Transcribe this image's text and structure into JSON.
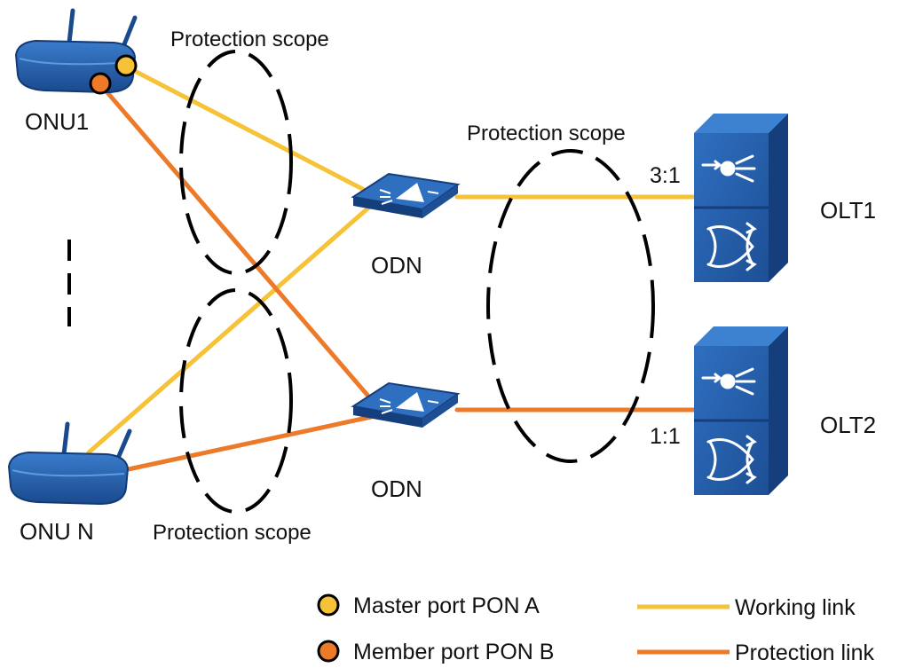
{
  "labels": {
    "protection_scope_top": "Protection scope",
    "protection_scope_mid": "Protection scope",
    "protection_scope_bottom": "Protection scope",
    "onu1": "ONU1",
    "onu_n": "ONU N",
    "odn_top": "ODN",
    "odn_bottom": "ODN",
    "olt1": "OLT1",
    "olt2": "OLT2",
    "ratio_olt1": "3:1",
    "ratio_olt2": "1:1"
  },
  "legend": {
    "master_port": "Master port PON A",
    "member_port": "Member port PON B",
    "working_link": "Working link",
    "protection_link": "Protection link"
  },
  "colors": {
    "working": "#F5C238",
    "protection": "#EC7A28",
    "device_blue": "#1F5AA6",
    "device_dark": "#143E7C",
    "device_light": "#3C82D0",
    "scope_ellipse": "#000000"
  }
}
